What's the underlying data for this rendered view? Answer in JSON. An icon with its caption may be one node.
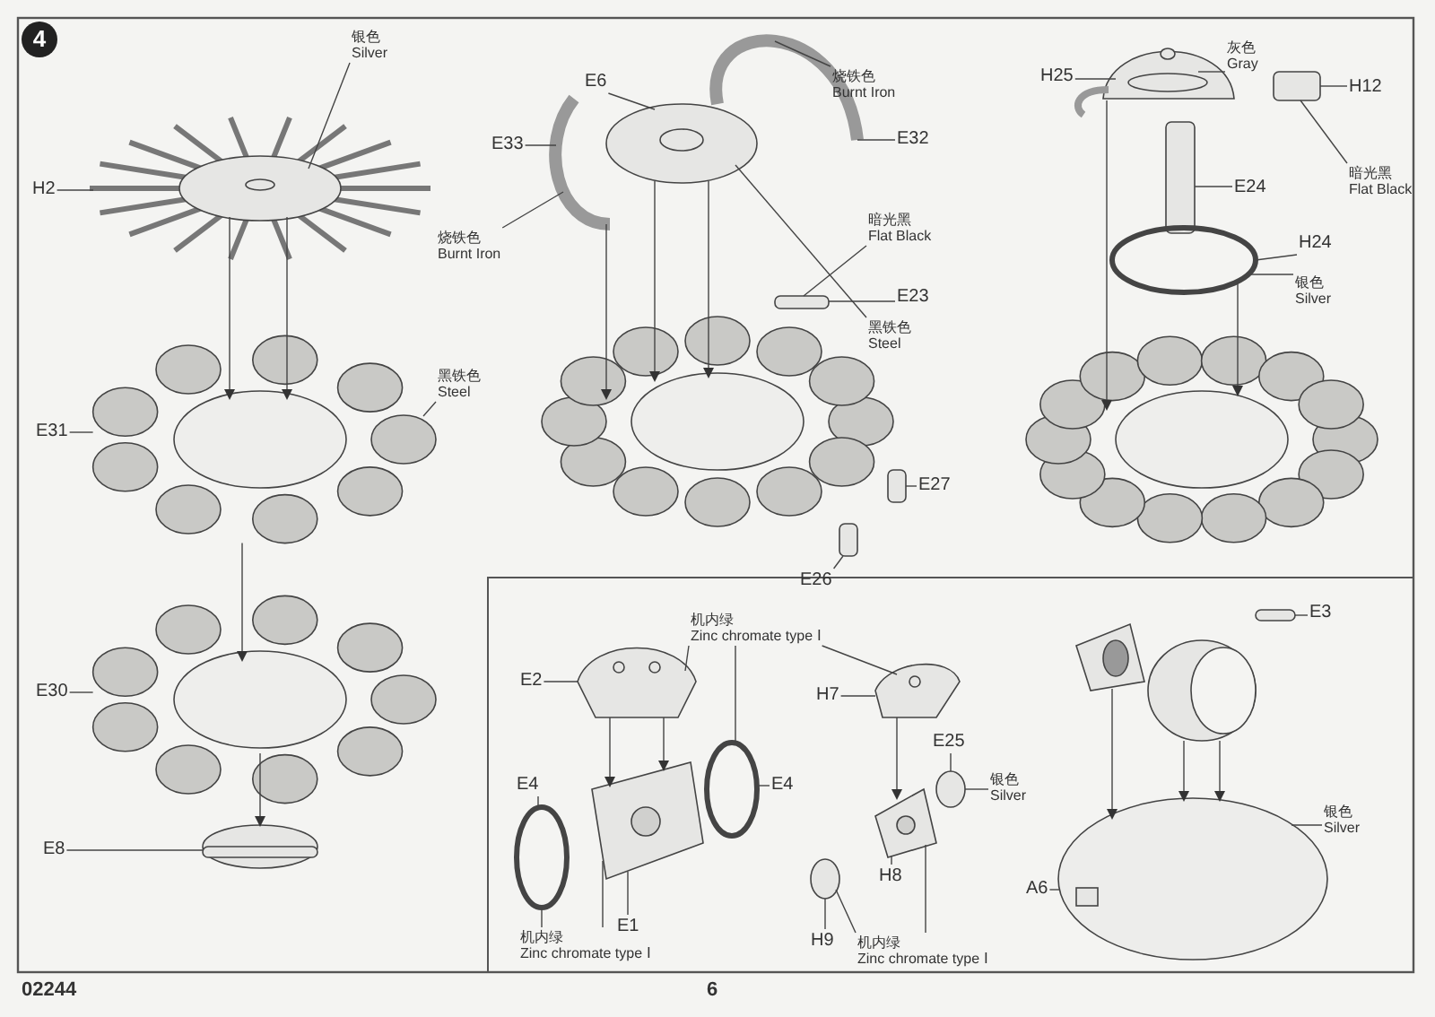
{
  "diagram": {
    "nodes": [
      {
        "text": [
          "4"
        ]
      },
      {
        "text": [
          "银色",
          "Silver"
        ]
      },
      {
        "text": [
          "H2"
        ]
      },
      {
        "text": [
          "烧铁色",
          "Burnt Iron"
        ]
      },
      {
        "text": [
          "黑铁色",
          "Steel"
        ]
      },
      {
        "text": [
          "E31"
        ]
      },
      {
        "text": [
          "E30"
        ]
      },
      {
        "text": [
          "E8"
        ]
      },
      {
        "text": [
          "E6"
        ]
      },
      {
        "text": [
          "烧铁色",
          "Burnt Iron"
        ]
      },
      {
        "text": [
          "E33"
        ]
      },
      {
        "text": [
          "E32"
        ]
      },
      {
        "text": [
          "暗光黑",
          "Flat Black"
        ]
      },
      {
        "text": [
          "E23"
        ]
      },
      {
        "text": [
          "黑铁色",
          "Steel"
        ]
      },
      {
        "text": [
          "E27"
        ]
      },
      {
        "text": [
          "E26"
        ]
      },
      {
        "text": [
          "H25"
        ]
      },
      {
        "text": [
          "灰色",
          "Gray"
        ]
      },
      {
        "text": [
          "H12"
        ]
      },
      {
        "text": [
          "暗光黑",
          "Flat Black"
        ]
      },
      {
        "text": [
          "E24"
        ]
      },
      {
        "text": [
          "H24"
        ]
      },
      {
        "text": [
          "银色",
          "Silver"
        ]
      },
      {
        "text": [
          "E3"
        ]
      },
      {
        "text": [
          "E2"
        ]
      },
      {
        "text": [
          "机内绿",
          "Zinc chromate type Ⅰ"
        ]
      },
      {
        "text": [
          "H7"
        ]
      },
      {
        "text": [
          "E4"
        ]
      },
      {
        "text": [
          "E4"
        ]
      },
      {
        "text": [
          "E25"
        ]
      },
      {
        "text": [
          "银色",
          "Silver"
        ]
      },
      {
        "text": [
          "银色",
          "Silver"
        ]
      },
      {
        "text": [
          "机内绿",
          "Zinc chromate type Ⅰ"
        ]
      },
      {
        "text": [
          "E1"
        ]
      },
      {
        "text": [
          "H8"
        ]
      },
      {
        "text": [
          "H9"
        ]
      },
      {
        "text": [
          "机内绿",
          "Zinc chromate type Ⅰ"
        ]
      },
      {
        "text": [
          "A6"
        ]
      },
      {
        "text": [],
        "shape": "picture"
      },
      {
        "text": [],
        "shape": "picture"
      },
      {
        "text": [],
        "shape": "picture"
      },
      {
        "text": [],
        "shape": "picture"
      },
      {
        "text": [],
        "shape": "picture"
      },
      {
        "text": [],
        "shape": "picture"
      },
      {
        "text": [],
        "shape": "picture"
      },
      {
        "text": [],
        "shape": "box"
      },
      {
        "text": [],
        "shape": "picture"
      },
      {
        "text": [],
        "shape": "box"
      },
      {
        "text": [],
        "shape": "box"
      },
      {
        "text": [],
        "shape": "picture"
      },
      {
        "text": [],
        "shape": "box"
      },
      {
        "text": [],
        "shape": "box"
      },
      {
        "text": [],
        "shape": "circle"
      },
      {
        "text": [],
        "shape": "picture"
      },
      {
        "text": [],
        "shape": "picture"
      },
      {
        "text": [],
        "shape": "circle"
      },
      {
        "text": [],
        "shape": "circle"
      },
      {
        "text": [],
        "shape": "picture"
      },
      {
        "text": [],
        "shape": "picture"
      },
      {
        "text": [],
        "shape": "circle"
      },
      {
        "text": [],
        "shape": "picture"
      },
      {
        "text": [],
        "shape": "circle"
      },
      {
        "text": [],
        "shape": "picture"
      },
      {
        "text": [],
        "shape": "picture"
      },
      {
        "text": [],
        "shape": "box"
      },
      {
        "text": [],
        "shape": "picture"
      }
    ],
    "edges": [
      {
        "from": 1,
        "to": 39,
        "arrow": "none"
      },
      {
        "from": 2,
        "to": 39,
        "arrow": "none"
      },
      {
        "from": 3,
        "to": 44,
        "arrow": "none"
      },
      {
        "from": 4,
        "to": 40,
        "arrow": "none"
      },
      {
        "from": 5,
        "to": 40,
        "arrow": "none"
      },
      {
        "from": 6,
        "to": 41,
        "arrow": "none"
      },
      {
        "from": 7,
        "to": 42,
        "arrow": "none"
      },
      {
        "from": 8,
        "to": 43,
        "arrow": "none"
      },
      {
        "from": 9,
        "to": 45,
        "arrow": "none"
      },
      {
        "from": 10,
        "to": 44,
        "arrow": "none"
      },
      {
        "from": 11,
        "to": 45,
        "arrow": "none"
      },
      {
        "from": 12,
        "to": 46,
        "arrow": "none"
      },
      {
        "from": 13,
        "to": 46,
        "arrow": "none"
      },
      {
        "from": 14,
        "to": 43,
        "arrow": "none"
      },
      {
        "from": 15,
        "to": 49,
        "arrow": "none"
      },
      {
        "from": 16,
        "to": 48,
        "arrow": "none"
      },
      {
        "from": 17,
        "to": 50,
        "arrow": "none"
      },
      {
        "from": 18,
        "to": 50,
        "arrow": "none"
      },
      {
        "from": 19,
        "to": 51,
        "arrow": "none"
      },
      {
        "from": 20,
        "to": 51,
        "arrow": "none"
      },
      {
        "from": 21,
        "to": 52,
        "arrow": "none"
      },
      {
        "from": 22,
        "to": 53,
        "arrow": "none"
      },
      {
        "from": 23,
        "to": 53,
        "arrow": "none"
      },
      {
        "from": 24,
        "to": 65,
        "arrow": "none"
      },
      {
        "from": 25,
        "to": 55,
        "arrow": "none"
      },
      {
        "from": 26,
        "to": 55,
        "arrow": "none"
      },
      {
        "from": 26,
        "to": 56,
        "arrow": "none"
      },
      {
        "from": 26,
        "to": 59,
        "arrow": "none"
      },
      {
        "from": 27,
        "to": 59,
        "arrow": "none"
      },
      {
        "from": 28,
        "to": 57,
        "arrow": "none"
      },
      {
        "from": 29,
        "to": 56,
        "arrow": "none"
      },
      {
        "from": 30,
        "to": 60,
        "arrow": "none"
      },
      {
        "from": 31,
        "to": 60,
        "arrow": "none"
      },
      {
        "from": 32,
        "to": 66,
        "arrow": "none"
      },
      {
        "from": 33,
        "to": 57,
        "arrow": "none"
      },
      {
        "from": 33,
        "to": 58,
        "arrow": "none"
      },
      {
        "from": 34,
        "to": 58,
        "arrow": "none"
      },
      {
        "from": 35,
        "to": 61,
        "arrow": "none"
      },
      {
        "from": 36,
        "to": 62,
        "arrow": "none"
      },
      {
        "from": 37,
        "to": 62,
        "arrow": "none"
      },
      {
        "from": 37,
        "to": 61,
        "arrow": "none"
      },
      {
        "from": 38,
        "to": 66,
        "arrow": "none"
      },
      {
        "from": 39,
        "to": 40,
        "arrow": "to"
      },
      {
        "from": 39,
        "to": 40,
        "arrow": "to"
      },
      {
        "from": 40,
        "to": 41,
        "arrow": "to"
      },
      {
        "from": 41,
        "to": 42,
        "arrow": "to"
      },
      {
        "from": 43,
        "to": 47,
        "arrow": "to"
      },
      {
        "from": 43,
        "to": 47,
        "arrow": "to"
      },
      {
        "from": 44,
        "to": 47,
        "arrow": "to"
      },
      {
        "from": 50,
        "to": 54,
        "arrow": "to"
      },
      {
        "from": 53,
        "to": 54,
        "arrow": "to"
      },
      {
        "from": 55,
        "to": 58,
        "arrow": "to"
      },
      {
        "from": 55,
        "to": 58,
        "arrow": "to"
      },
      {
        "from": 59,
        "to": 61,
        "arrow": "to"
      },
      {
        "from": 63,
        "to": 66,
        "arrow": "to"
      },
      {
        "from": 64,
        "to": 66,
        "arrow": "to"
      },
      {
        "from": 64,
        "to": 66,
        "arrow": "to"
      }
    ],
    "labels": [
      "02244",
      "6"
    ]
  }
}
